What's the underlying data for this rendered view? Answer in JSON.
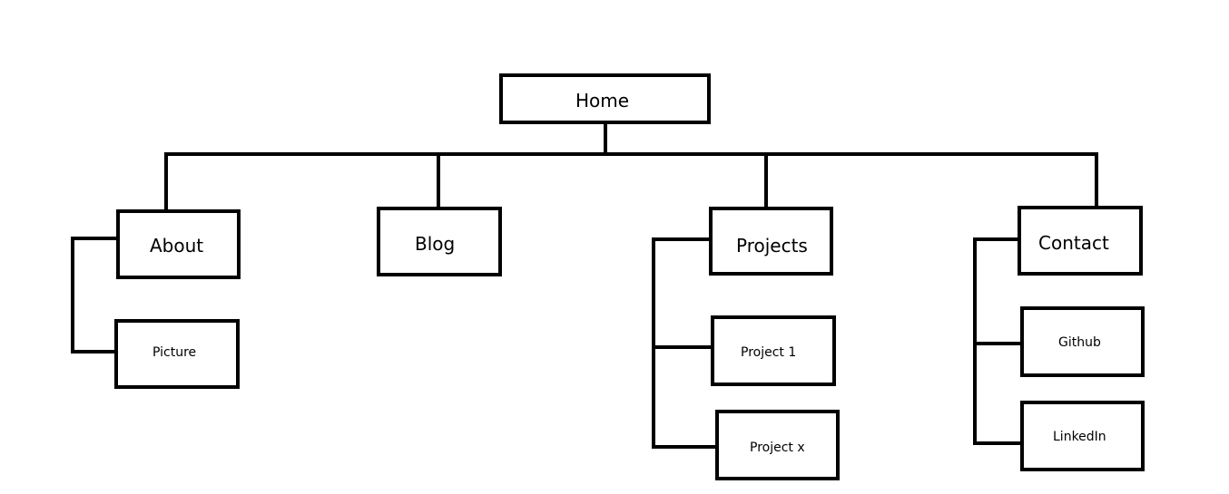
{
  "diagram": {
    "root": {
      "label": "Home"
    },
    "sections": [
      {
        "label": "About",
        "children": [
          {
            "label": "Picture"
          }
        ]
      },
      {
        "label": "Blog",
        "children": []
      },
      {
        "label": "Projects",
        "children": [
          {
            "label": "Project 1"
          },
          {
            "label": "Project x"
          }
        ]
      },
      {
        "label": "Contact",
        "children": [
          {
            "label": "Github"
          },
          {
            "label": "LinkedIn"
          }
        ]
      }
    ]
  },
  "colors": {
    "line": "#000000",
    "box_fill": "#ffffff",
    "text": "#000000"
  }
}
